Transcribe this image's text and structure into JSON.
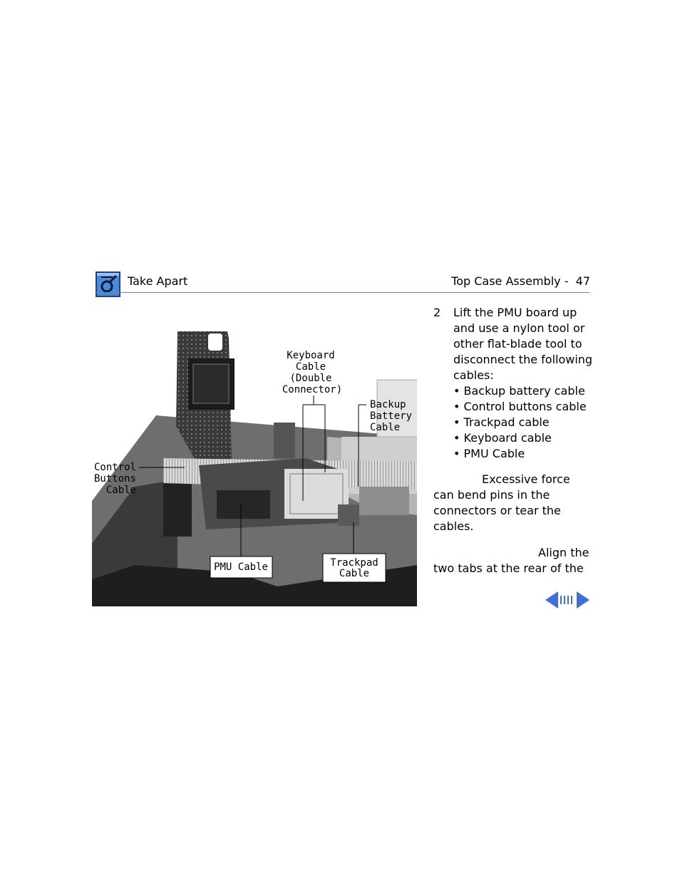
{
  "header": {
    "section": "Take Apart",
    "page_title": "Top Case Assembly -  47",
    "icon": "apple-screwdriver-icon",
    "rule_color": "#5a8bb5"
  },
  "figure": {
    "callouts": {
      "keyboard": [
        "Keyboard",
        "Cable",
        "(Double",
        "Connector)"
      ],
      "backup": [
        "Backup",
        "Battery",
        "Cable"
      ],
      "control": [
        "Control",
        "Buttons",
        "Cable"
      ],
      "pmu": [
        "PMU Cable"
      ],
      "trackpad": [
        "Trackpad",
        "Cable"
      ]
    }
  },
  "step": {
    "number": "2",
    "text": "Lift the PMU board up and use a nylon tool or other flat-blade tool to disconnect the following cables:",
    "bullets": [
      "• Backup battery cable",
      "• Control buttons cable",
      "• Trackpad cable",
      "• Keyboard cable",
      "• PMU Cable"
    ]
  },
  "warning": {
    "first_line": "Excessive force",
    "rest": "can bend pins in the connectors or tear the cables."
  },
  "replacement": {
    "first_line": "Align the",
    "rest": "two tabs at the rear of the"
  },
  "nav": {
    "prev_icon": "left-arrow-icon",
    "index_icon": "index-bars-icon",
    "next_icon": "right-arrow-icon",
    "color": "#3d6fd6"
  }
}
